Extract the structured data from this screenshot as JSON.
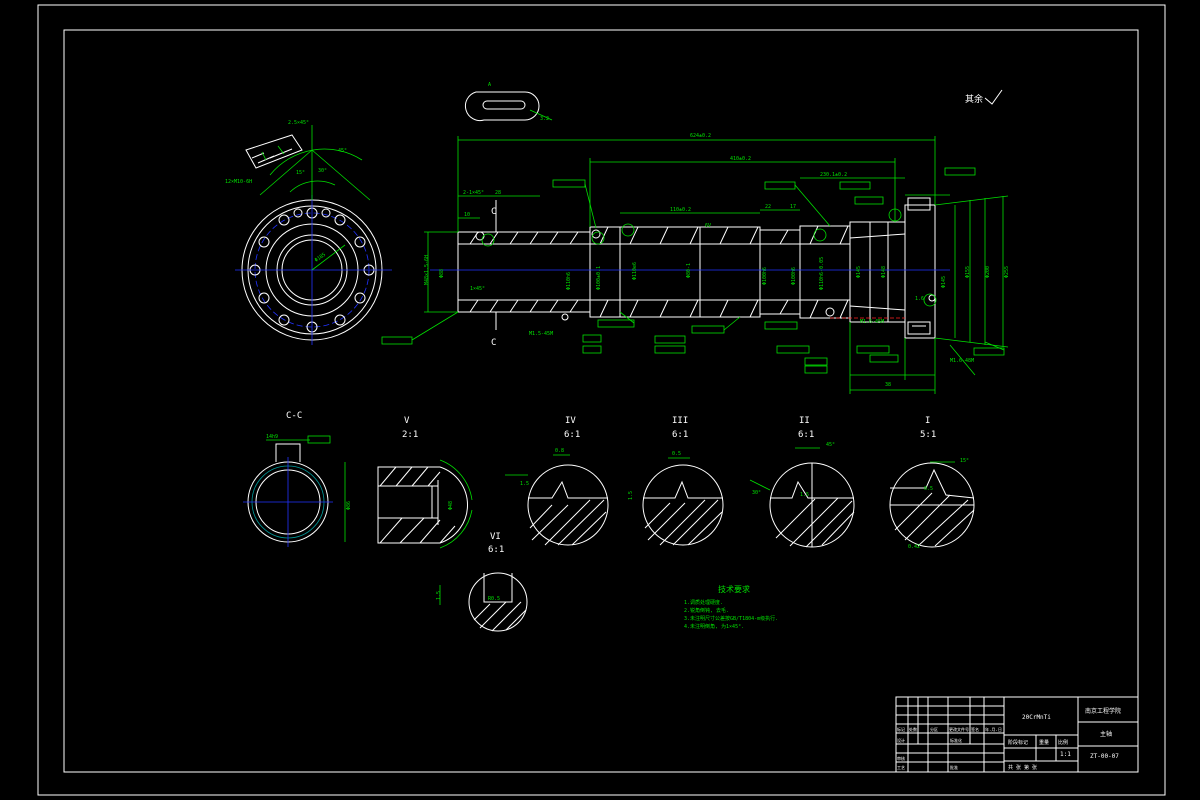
{
  "drawing": {
    "roughness": "其余",
    "section_labels": {
      "cc": "C-C",
      "v_title": "V",
      "v_scale": "2:1",
      "iv_title": "IV",
      "iv_scale": "6:1",
      "iii_title": "III",
      "iii_scale": "6:1",
      "ii_title": "II",
      "ii_scale": "6:1",
      "i_title": "I",
      "i_scale": "5:1",
      "vi_title": "VI",
      "vi_scale": "6:1"
    },
    "cut_marks": [
      "C",
      "C"
    ],
    "tech_requirements": {
      "title": "技术要求",
      "lines": [
        "1.调质处理硬度.",
        "2.锐角倒钝, 去毛.",
        "3.未注明尺寸公差按GB/T1804-m级执行.",
        "4.未注明倒角, 为1×45°."
      ]
    }
  },
  "title_block": {
    "material": "20CrMnTi",
    "school": "南京工程学院",
    "part_name": "主轴",
    "drawing_no": "ZT-00-07",
    "scale": "1:1",
    "row_labels": [
      "标记",
      "处数",
      "分区",
      "更改文件号",
      "签名",
      "年.月.日"
    ],
    "left_labels": [
      "设计",
      "审核",
      "工艺"
    ],
    "stage_label": "阶段标记",
    "weight_label": "重量",
    "scale_label": "比例",
    "sheet_label": "共  张  第  张",
    "approve_label": "批准",
    "std_label": "标准化"
  }
}
